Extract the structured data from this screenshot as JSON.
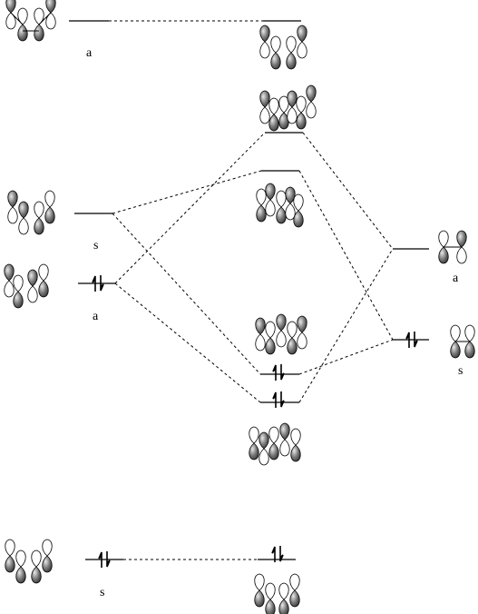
{
  "diagram": {
    "labels": {
      "top_left": "a",
      "mid_left_upper": "s",
      "mid_left_lower": "a",
      "right_upper": "a",
      "right_lower": "s",
      "bottom_left": "s"
    },
    "colors": {
      "line": "#000000",
      "shaded_lobe": "#777777",
      "open_lobe": "#ffffff"
    }
  }
}
